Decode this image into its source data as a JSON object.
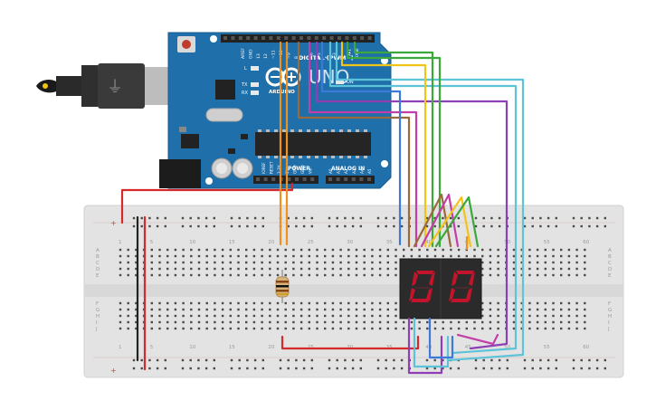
{
  "arduino": {
    "top_labels": [
      "AREF",
      "GND",
      "13",
      "12",
      "~11",
      "~10",
      "~9",
      "8",
      "7",
      "~6",
      "~5",
      "4",
      "~3",
      "2",
      "TX▸1",
      "RX◂0"
    ],
    "digital_label": "DIGITAL (PWM~)",
    "logo_text": "ARDUINO",
    "model_text": "UNO",
    "on_label": "ON",
    "led_labels": [
      "L",
      "TX",
      "RX"
    ],
    "power_label": "POWER",
    "analog_label": "ANALOG IN",
    "power_pins": [
      "IOREF",
      "RESET",
      "3.3V",
      "5V",
      "GND",
      "GND",
      "Vin"
    ],
    "analog_pins": [
      "A0",
      "A1",
      "A2",
      "A3",
      "A4",
      "A5"
    ]
  },
  "breadboard": {
    "column_numbers": [
      "1",
      "5",
      "10",
      "15",
      "20",
      "25",
      "30",
      "35",
      "40",
      "45",
      "50",
      "55",
      "60"
    ],
    "row_letters_top": [
      "A",
      "B",
      "C",
      "D",
      "E"
    ],
    "row_letters_bottom": [
      "F",
      "G",
      "H",
      "I",
      "J"
    ],
    "rail_plus": "+",
    "rail_minus": "−"
  },
  "display": {
    "digits": [
      "0",
      "0"
    ],
    "segment_color": "#c4142b"
  },
  "colors": {
    "board_blue": "#1f6faa",
    "breadboard": "#e3e3e3",
    "wire_red": "#d42a2a",
    "wire_black": "#222222",
    "wire_orange": "#f0901e",
    "wire_yellow": "#f0c419",
    "wire_green": "#3aa83a",
    "wire_purple": "#8e3fb5",
    "wire_magenta": "#c33fa8",
    "wire_brown": "#9a6a3a",
    "wire_blue": "#3c7ad9",
    "wire_cyan": "#5cc3d8"
  }
}
